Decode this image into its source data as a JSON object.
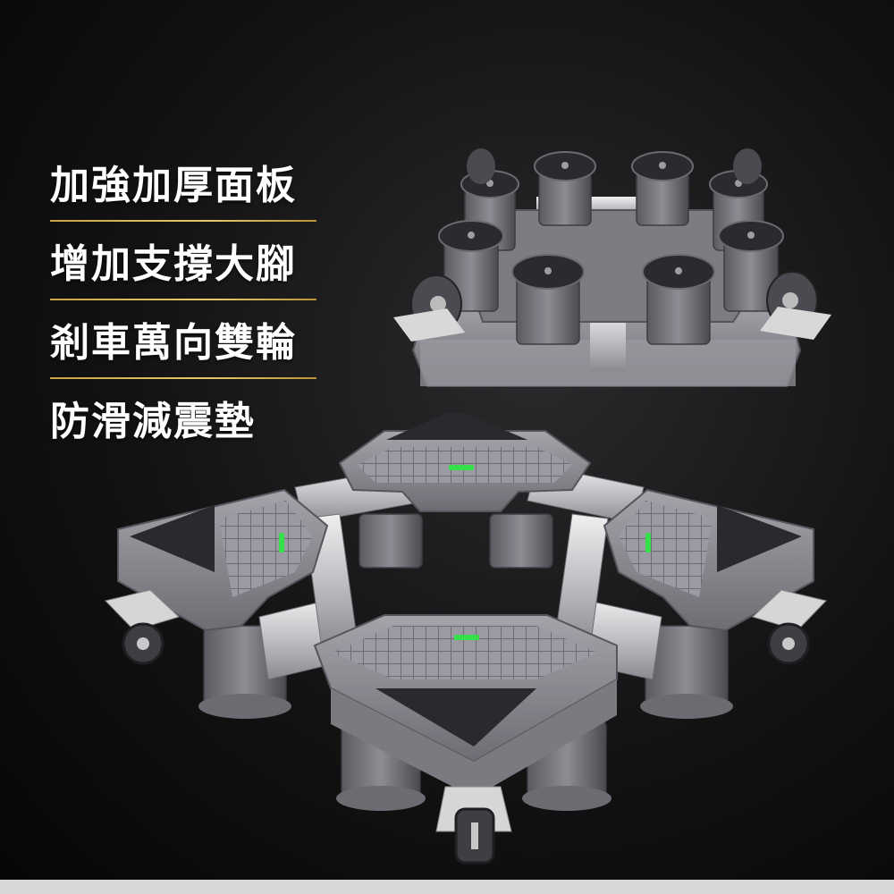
{
  "features": [
    {
      "text": "加強加厚面板"
    },
    {
      "text": "增加支撐大腳"
    },
    {
      "text": "剎車萬向雙輪"
    },
    {
      "text": "防滑減震墊"
    }
  ],
  "colors": {
    "background": "#0b0b0c",
    "accent_rule": "#d4b24f",
    "base_gray": "#8e8e94",
    "level_green": "#36e04a"
  }
}
